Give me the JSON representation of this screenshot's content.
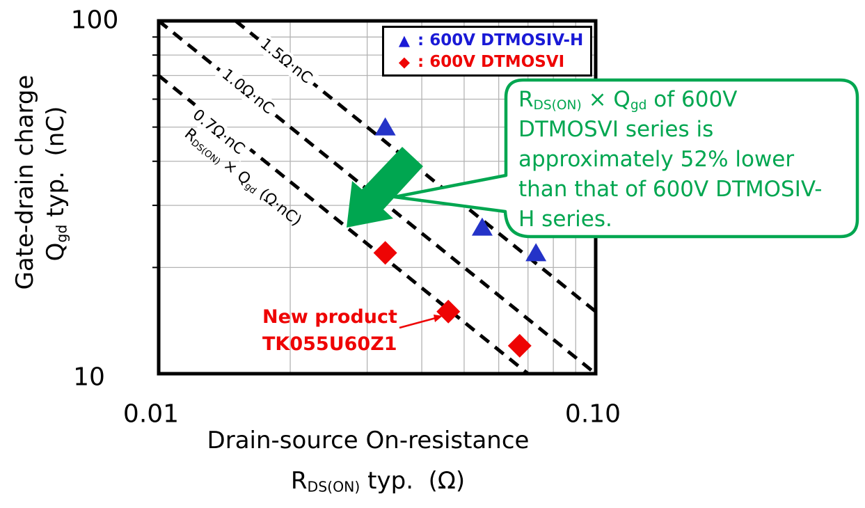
{
  "colors": {
    "green": "#00a650",
    "red": "#ee0404",
    "blue_text": "#1a1ad6",
    "blue_marker": "#2433c8",
    "grid": "#b3b3b3",
    "black": "#000000"
  },
  "chart": {
    "y_axis": {
      "title": "Gate-drain charge",
      "title2_q": "Q",
      "title2_q_sub": "gd",
      "title2_rest": " typ.  (nC)",
      "tick_top": "100",
      "tick_bottom": "10"
    },
    "x_axis": {
      "title": "Drain-source On-resistance",
      "title2_r": "R",
      "title2_r_sub": "DS(ON)",
      "title2_rest": " typ.  (Ω)",
      "tick_left": "0.01",
      "tick_right": "0.10"
    }
  },
  "legend": {
    "sep": ":",
    "items": [
      {
        "glyph": "▲",
        "label": "600V DTMOSIV-H",
        "color": "#1a1ad6"
      },
      {
        "glyph": "◆",
        "label": "600V DTMOSVI",
        "color": "#ee0404"
      }
    ]
  },
  "callout": {
    "r": "R",
    "r_sub": "DS(ON)",
    "mid": " × Q",
    "q_sub": "gd",
    "rest": " of 600V DTMOSVI series is approximately 52% lower than that of 600V DTMOSIV-H series."
  },
  "guide_axis_label": {
    "r": "R",
    "r_sub": "DS(ON)",
    "mid": " × Q",
    "q_sub": "gd",
    "rest": " (Ω·nC)"
  },
  "new_product": {
    "line1": "New product",
    "line2": "TK055U60Z1"
  },
  "chart_data": {
    "type": "scatter",
    "x_scale": "log",
    "y_scale": "log",
    "xlim": [
      0.01,
      0.1
    ],
    "ylim": [
      10,
      100
    ],
    "xlabel": "Drain-source On-resistance R_DS(ON) typ. (Ω)",
    "ylabel": "Gate-drain charge Q_gd typ. (nC)",
    "grid": true,
    "legend_position": "top-right",
    "series": [
      {
        "name": "600V DTMOSIV-H",
        "marker": "triangle",
        "color": "#2433c8",
        "points": [
          [
            0.033,
            50
          ],
          [
            0.055,
            26
          ],
          [
            0.073,
            22
          ]
        ]
      },
      {
        "name": "600V DTMOSVI",
        "marker": "diamond",
        "color": "#ee0404",
        "points": [
          [
            0.033,
            22
          ],
          [
            0.046,
            15
          ],
          [
            0.067,
            12
          ]
        ]
      }
    ],
    "guide_lines": [
      {
        "product": 1.5,
        "label": "1.5Ω·nC"
      },
      {
        "product": 1.0,
        "label": "1.0Ω·nC"
      },
      {
        "product": 0.7,
        "label": "0.7Ω·nC"
      }
    ],
    "annotations": {
      "callout_text": "R_DS(ON) × Q_gd of 600V DTMOSVI series is approximately 52% lower than that of 600V DTMOSIV-H series.",
      "new_product_label": "New product TK055U60Z1",
      "new_product_point": [
        0.046,
        15
      ]
    }
  }
}
